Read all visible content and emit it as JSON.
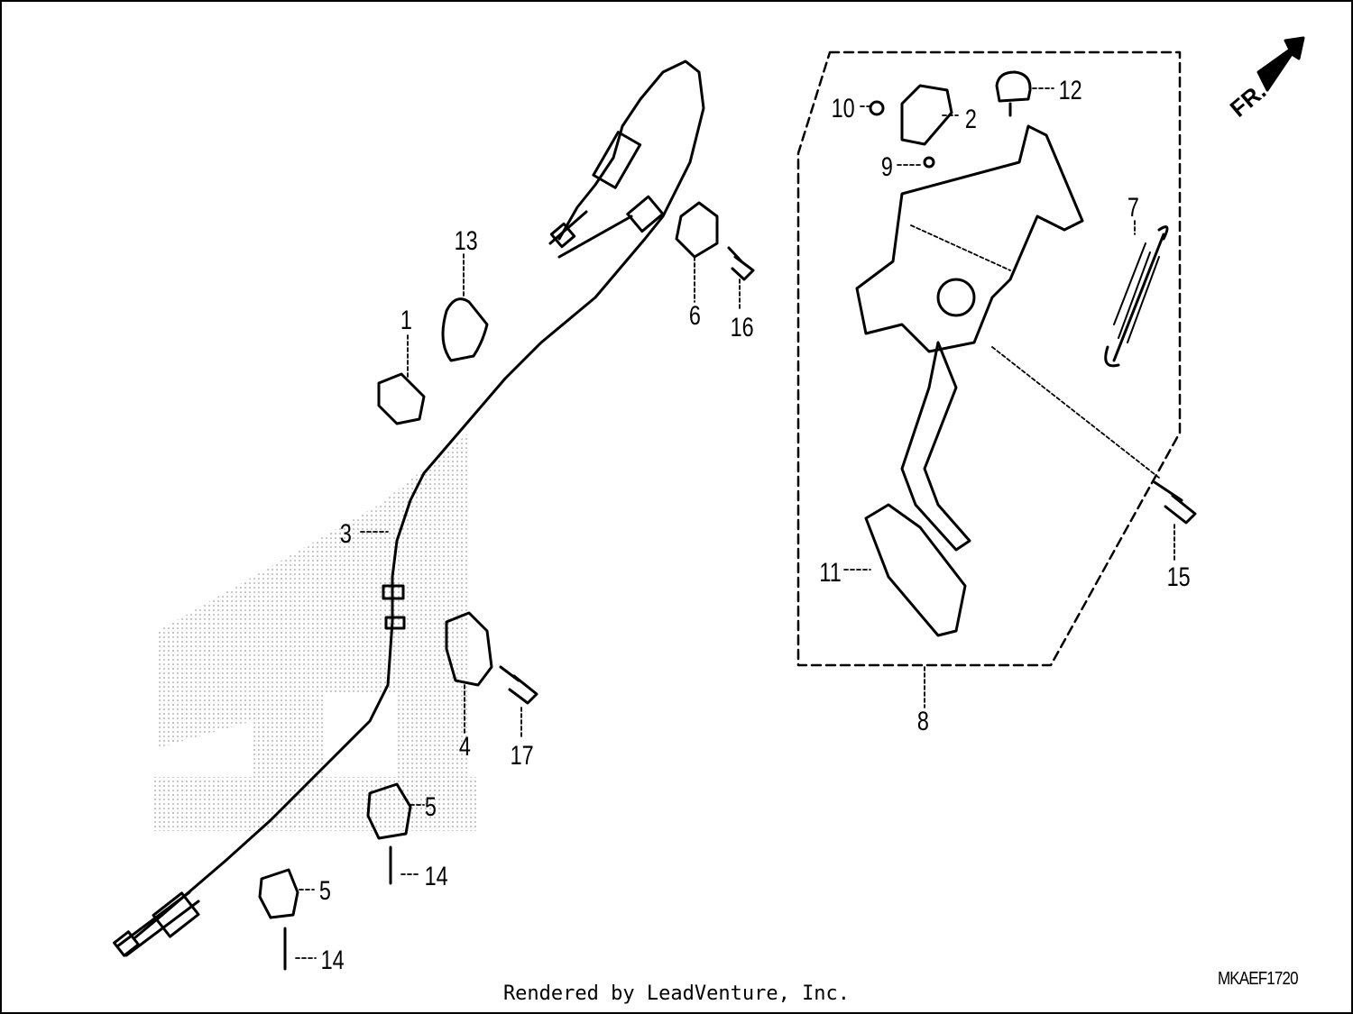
{
  "callouts": [
    {
      "id": "c1",
      "text": "1"
    },
    {
      "id": "c2",
      "text": "2"
    },
    {
      "id": "c3",
      "text": "3"
    },
    {
      "id": "c4",
      "text": "4"
    },
    {
      "id": "c5a",
      "text": "5"
    },
    {
      "id": "c5b",
      "text": "5"
    },
    {
      "id": "c6",
      "text": "6"
    },
    {
      "id": "c7",
      "text": "7"
    },
    {
      "id": "c8",
      "text": "8"
    },
    {
      "id": "c9",
      "text": "9"
    },
    {
      "id": "c10",
      "text": "10"
    },
    {
      "id": "c11",
      "text": "11"
    },
    {
      "id": "c12",
      "text": "12"
    },
    {
      "id": "c13",
      "text": "13"
    },
    {
      "id": "c14a",
      "text": "14"
    },
    {
      "id": "c14b",
      "text": "14"
    },
    {
      "id": "c15",
      "text": "15"
    },
    {
      "id": "c16",
      "text": "16"
    },
    {
      "id": "c17",
      "text": "17"
    }
  ],
  "direction_label": "FR.",
  "diagram_code": "MKAEF1720",
  "footer_text": "Rendered by LeadVenture, Inc.",
  "colors": {
    "line": "#000000",
    "background": "#ffffff",
    "watermark": "#cfcfcf"
  }
}
